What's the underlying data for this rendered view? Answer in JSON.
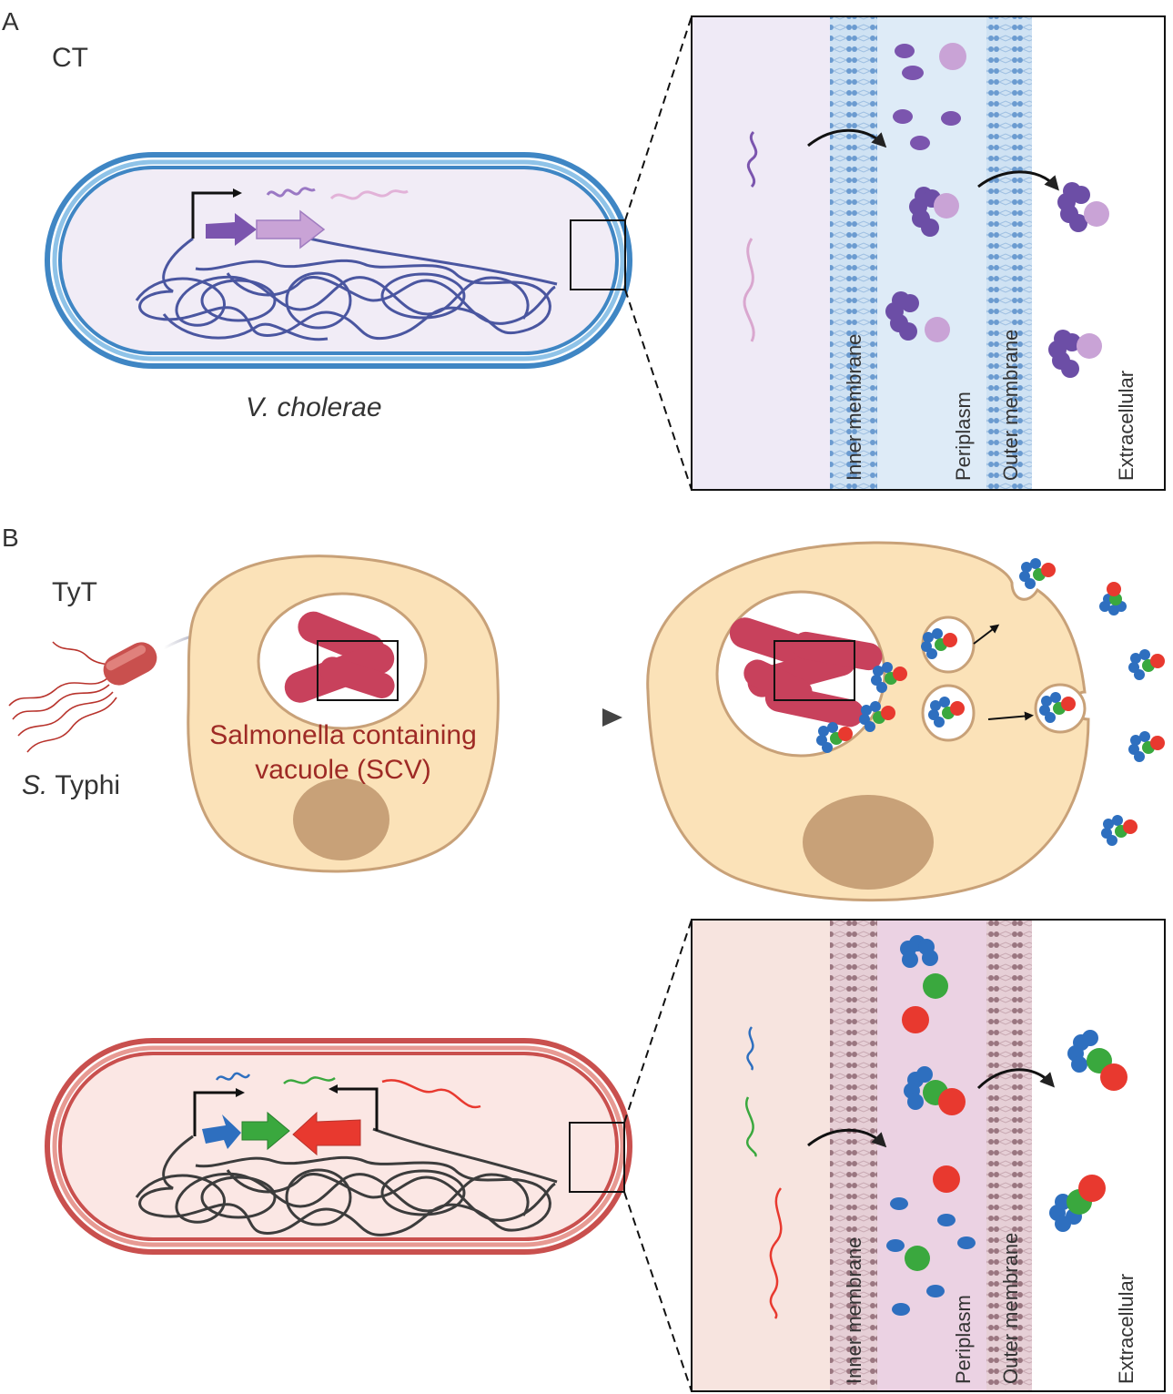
{
  "panel_a": {
    "letter": "A",
    "toxin": "CT",
    "organism": "V. cholerae",
    "inset_labels": {
      "inner_membrane": "Inner membrane",
      "periplasm": "Periplasm",
      "outer_membrane": "Outer membrane",
      "extracellular": "Extracellular"
    }
  },
  "panel_b": {
    "letter": "B",
    "toxin": "TyT",
    "organism_genus": "S.",
    "organism_species": "Typhi",
    "scv_line1": "Salmonella containing",
    "scv_line2": "vacuole (SCV)",
    "inset_labels": {
      "inner_membrane": "Inner membrane",
      "periplasm": "Periplasm",
      "outer_membrane": "Outer membrane",
      "extracellular": "Extracellular"
    }
  },
  "colors": {
    "vibrio_outline": "#3f86c4",
    "vibrio_fill": "#f1ecf6",
    "salmonella_outline": "#c9504e",
    "salmonella_fill": "#fbe7e4",
    "host_cell": "#fbe2b8",
    "nucleus": "#c8a178",
    "ct_a_subunit": "#a07cc0",
    "ct_b_subunit": "#6c4ea6",
    "tyt_blue": "#2e6fbf",
    "tyt_green": "#3aa83e",
    "tyt_red": "#e8392f"
  }
}
